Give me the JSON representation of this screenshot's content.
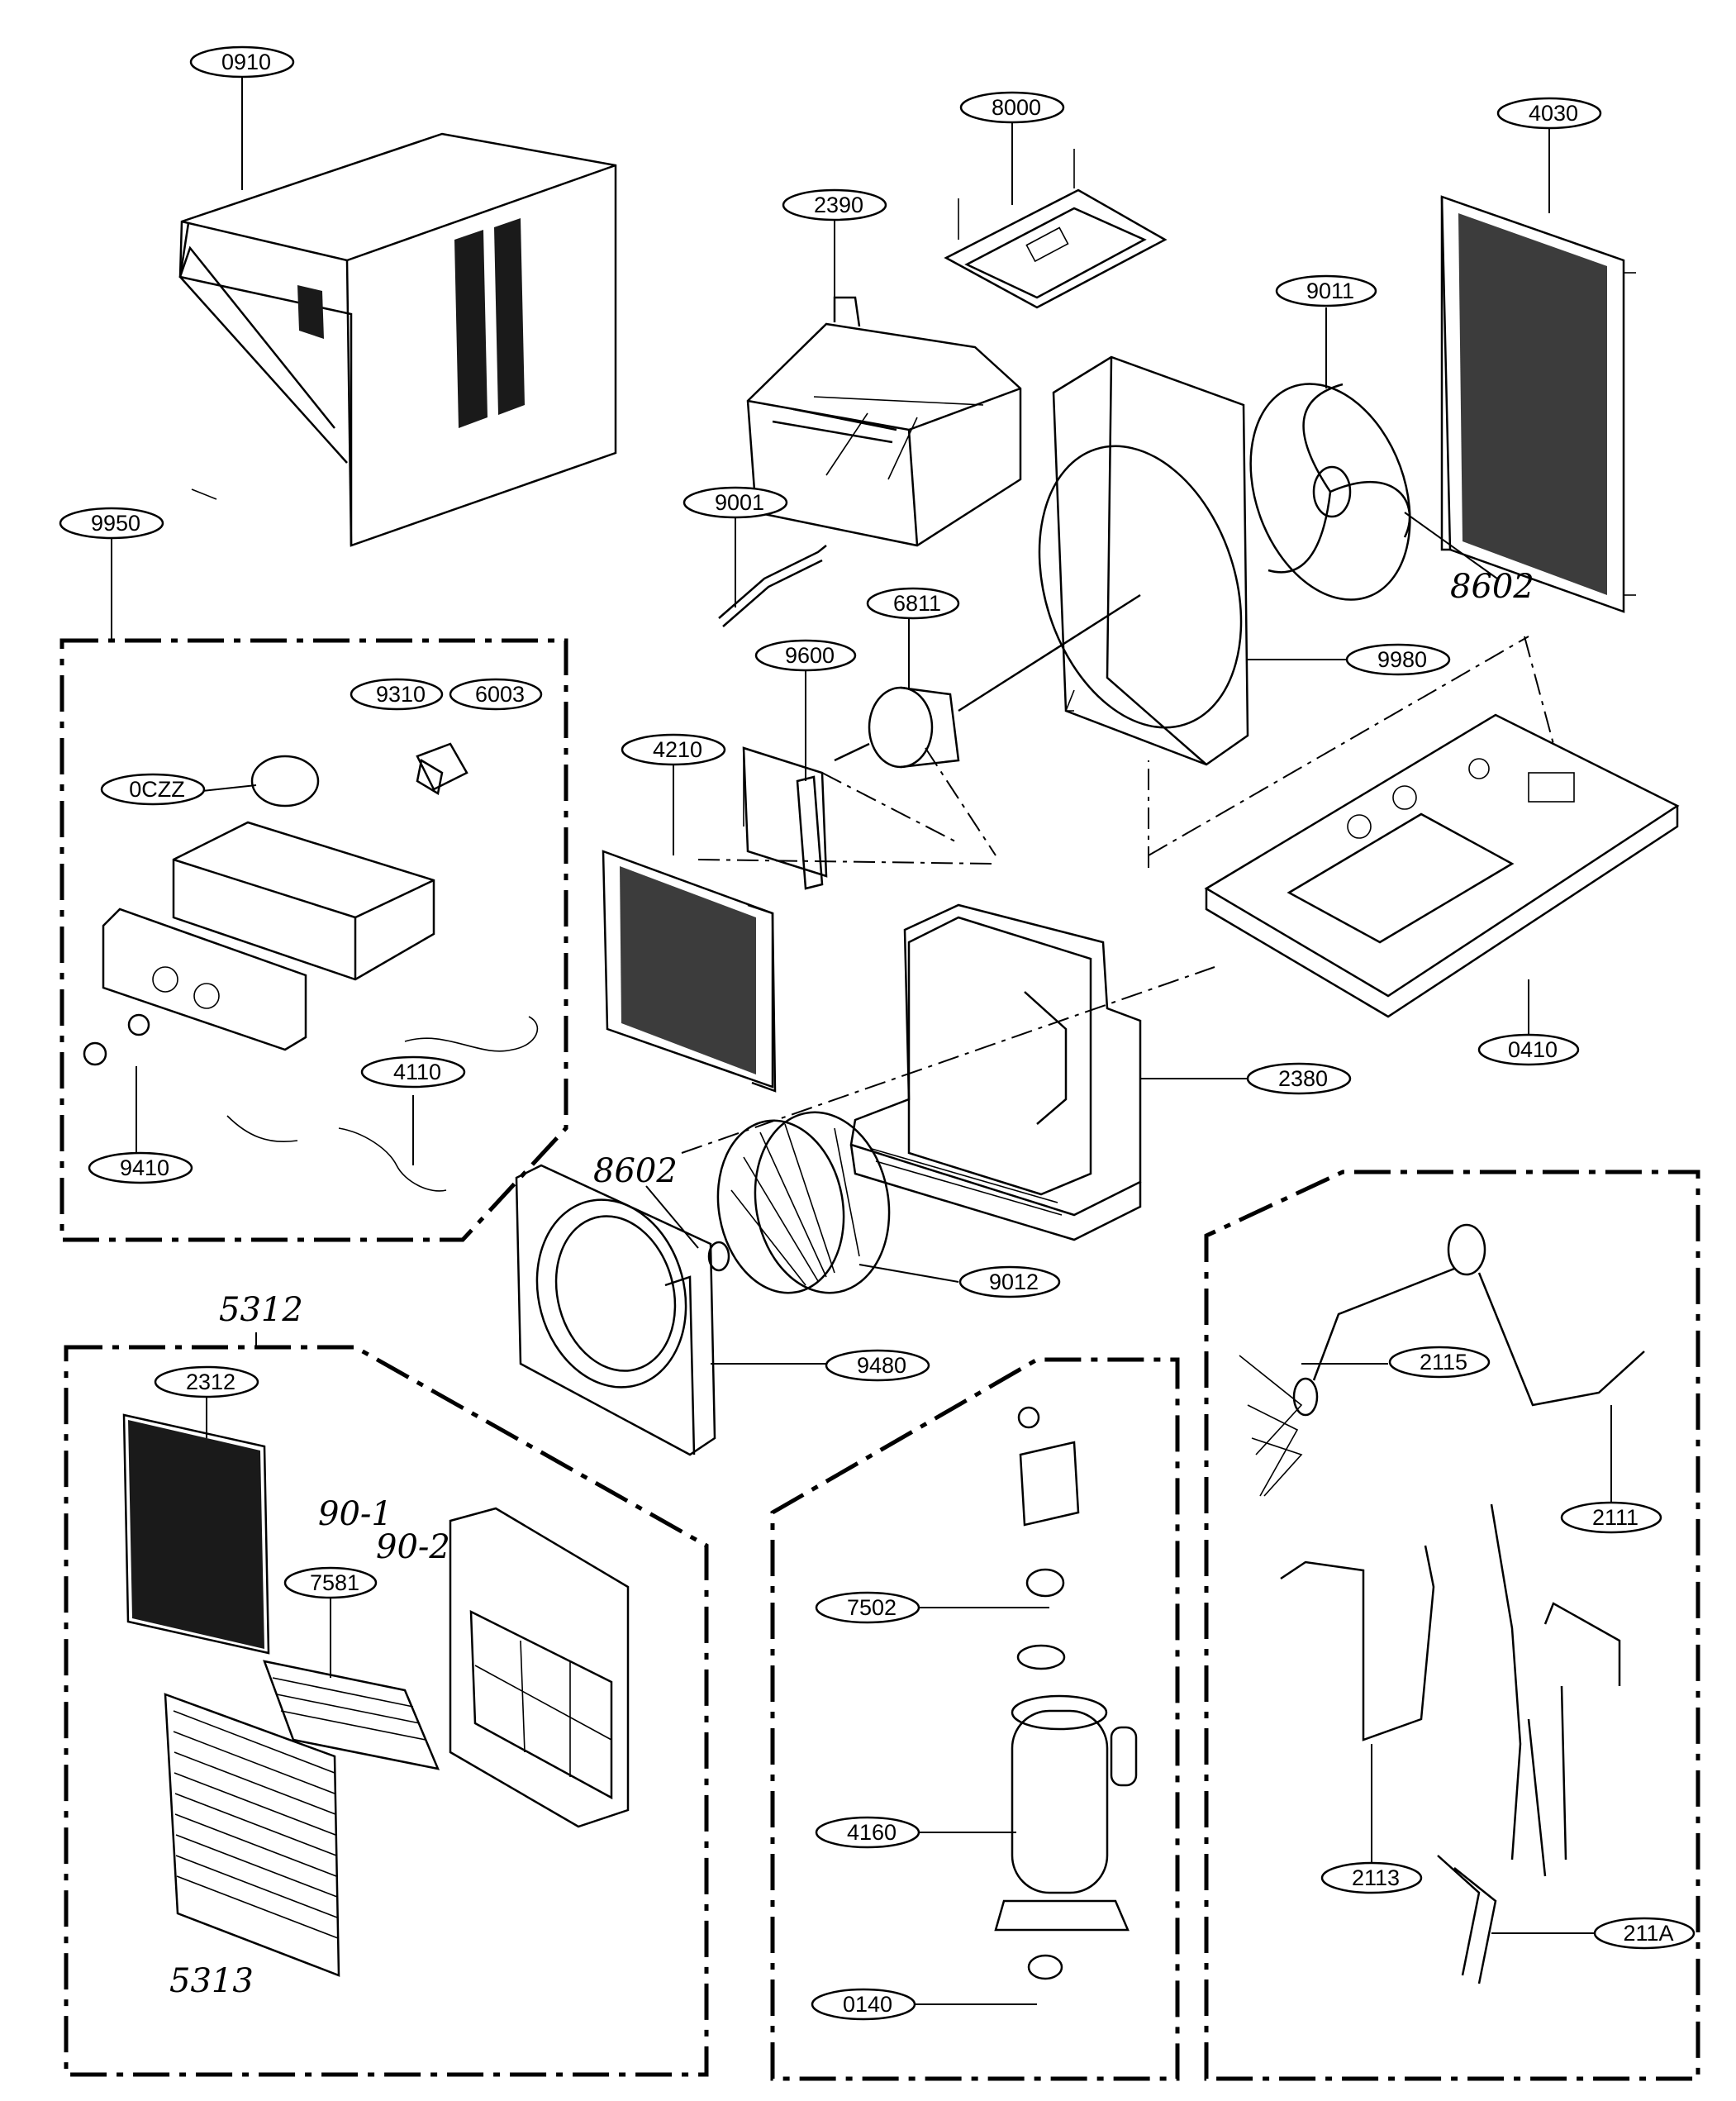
{
  "labels": {
    "l0910": "0910",
    "l9950": "9950",
    "l8000": "8000",
    "l2390": "2390",
    "l4030": "4030",
    "l9011": "9011",
    "l9001": "9001",
    "l6811": "6811",
    "l9600": "9600",
    "l9980": "9980",
    "l9310": "9310",
    "l6003": "6003",
    "l0czz": "0CZZ",
    "l4210": "4210",
    "l0410": "0410",
    "l2380": "2380",
    "l4110": "4110",
    "l9410": "9410",
    "l9012": "9012",
    "l9480": "9480",
    "l2115": "2115",
    "l2111": "2111",
    "l2312": "2312",
    "l7581": "7581",
    "l7502": "7502",
    "l4160": "4160",
    "l2113": "2113",
    "l211a": "211A",
    "l0140": "0140"
  },
  "handwritten": {
    "h8602a": "8602",
    "h8602b": "8602",
    "h5312": "5312",
    "h5313": "5313",
    "h901": "90-1",
    "h902": "90-2"
  }
}
